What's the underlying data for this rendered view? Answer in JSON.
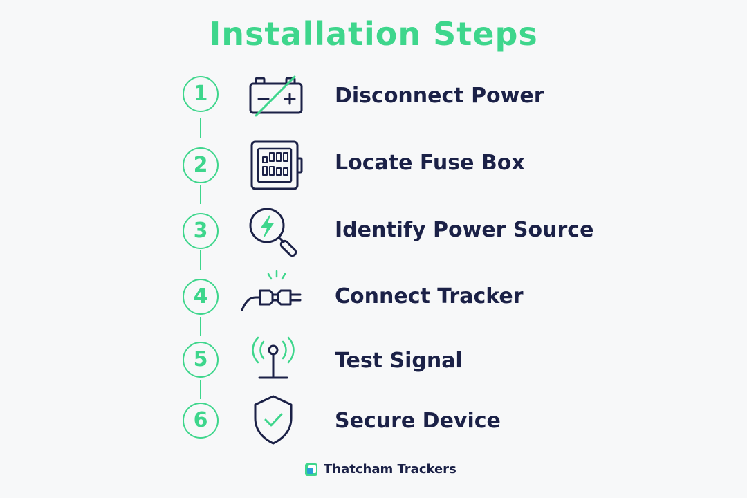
{
  "title": "Installation Steps",
  "accent_color": "#3ed68c",
  "text_color": "#1b2147",
  "steps": [
    {
      "number": "1",
      "label": "Disconnect Power",
      "icon": "car-battery-disconnected-icon"
    },
    {
      "number": "2",
      "label": "Locate Fuse Box",
      "icon": "fuse-box-icon"
    },
    {
      "number": "3",
      "label": "Identify Power Source",
      "icon": "magnifier-lightning-icon"
    },
    {
      "number": "4",
      "label": "Connect Tracker",
      "icon": "plug-connect-icon"
    },
    {
      "number": "5",
      "label": "Test Signal",
      "icon": "antenna-signal-icon"
    },
    {
      "number": "6",
      "label": "Secure Device",
      "icon": "shield-check-icon"
    }
  ],
  "brand": {
    "name": "Thatcham Trackers",
    "logo_icon": "square-logo-icon"
  }
}
